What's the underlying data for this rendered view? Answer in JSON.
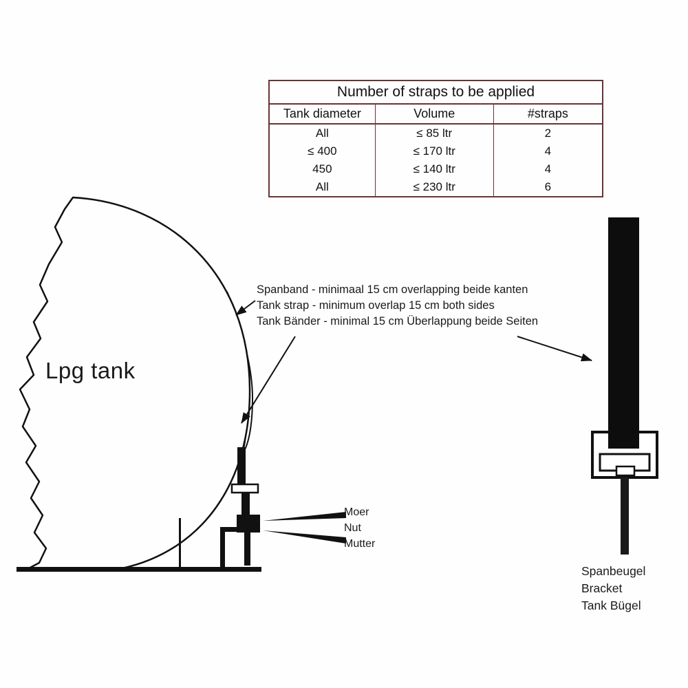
{
  "table": {
    "title": "Number of straps to be applied",
    "headers": [
      "Tank diameter",
      "Volume",
      "#straps"
    ],
    "rows": [
      [
        "All",
        "≤ 85 ltr",
        "2"
      ],
      [
        "≤ 400",
        "≤ 170 ltr",
        "4"
      ],
      [
        "450",
        "≤ 140 ltr",
        "4"
      ],
      [
        "All",
        "≤ 230 ltr",
        "6"
      ]
    ]
  },
  "labels": {
    "tank": "Lpg tank",
    "strap_note": [
      "Spanband - minimaal 15 cm overlapping beide kanten",
      "Tank strap - minimum overlap 15 cm both sides",
      "Tank Bänder - minimal 15 cm Überlappung beide Seiten"
    ],
    "nut": [
      "Moer",
      "Nut",
      "Mutter"
    ],
    "bracket": [
      "Spanbeugel",
      "Bracket",
      "Tank Bügel"
    ]
  },
  "colors": {
    "table_border": "#693335",
    "ink": "#1a1a1a"
  }
}
